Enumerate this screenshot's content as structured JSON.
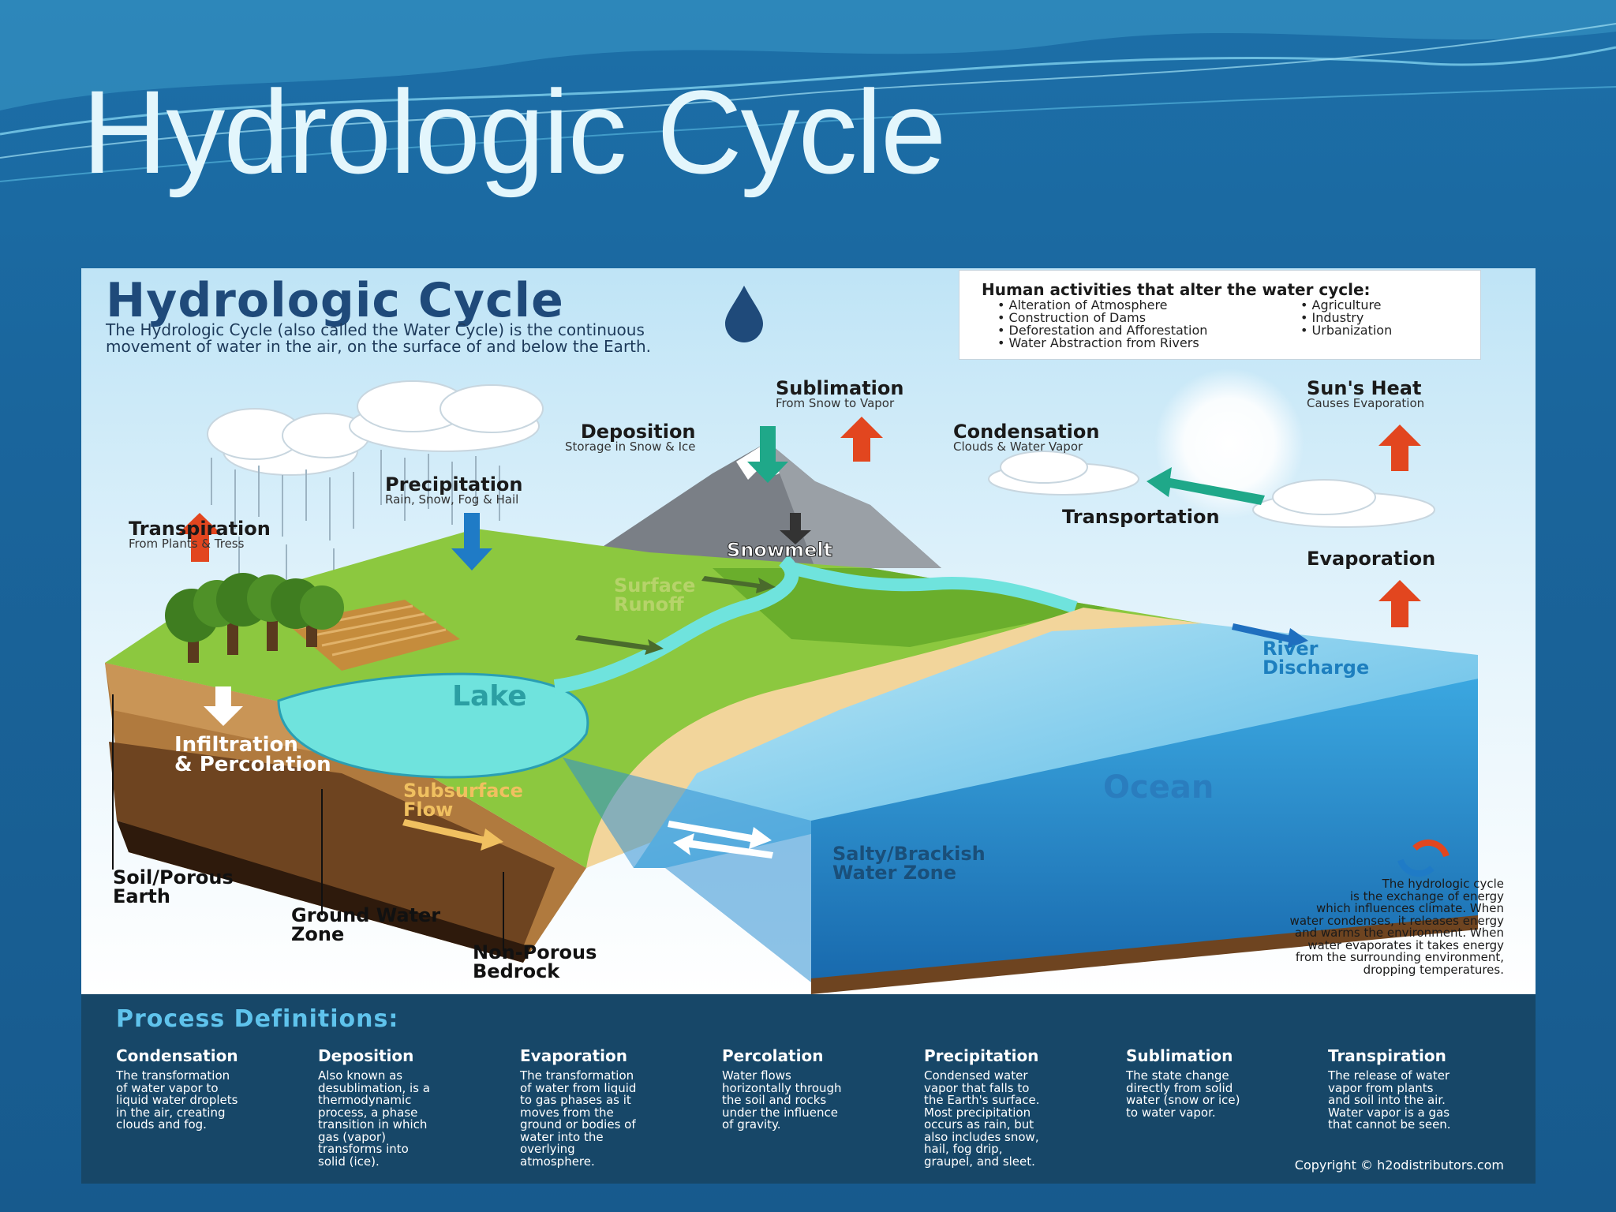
{
  "slide": {
    "title": "Hydrologic Cycle"
  },
  "infographic": {
    "title": "Hydrologic Cycle",
    "description_lines": [
      "The Hydrologic Cycle (also called the Water Cycle) is the continuous",
      "movement of water in the air, on the surface of and below the Earth."
    ],
    "human_activities": {
      "title": "Human activities that alter the water cycle:",
      "left": [
        "Alteration of Atmosphere",
        "Construction of Dams",
        "Deforestation and Afforestation",
        "Water Abstraction from Rivers"
      ],
      "right": [
        "Agriculture",
        "Industry",
        "Urbanization"
      ]
    },
    "labels": {
      "sublimation": {
        "title": "Sublimation",
        "sub": "From Snow to Vapor"
      },
      "deposition": {
        "title": "Deposition",
        "sub": "Storage in Snow & Ice"
      },
      "condensation": {
        "title": "Condensation",
        "sub": "Clouds & Water Vapor"
      },
      "suns_heat": {
        "title": "Sun's Heat",
        "sub": "Causes Evaporation"
      },
      "precipitation": {
        "title": "Precipitation",
        "sub": "Rain, Snow, Fog & Hail"
      },
      "transpiration": {
        "title": "Transpiration",
        "sub": "From Plants & Tress"
      },
      "transportation": "Transportation",
      "evaporation": "Evaporation",
      "snowmelt": "Snowmelt",
      "surface_runoff": [
        "Surface",
        "Runoff"
      ],
      "lake": "Lake",
      "river_discharge": [
        "River",
        "Discharge"
      ],
      "infiltration": [
        "Infiltration",
        "& Percolation"
      ],
      "subsurface_flow": [
        "Subsurface",
        "Flow"
      ],
      "ocean": "Ocean",
      "salty_zone": [
        "Salty/Brackish",
        "Water Zone"
      ],
      "soil": [
        "Soil/Porous",
        "Earth"
      ],
      "ground_water": [
        "Ground Water",
        "Zone"
      ],
      "bedrock": [
        "Non-Porous",
        "Bedrock"
      ]
    },
    "cycle_note_lines": [
      "The hydrologic cycle",
      "is the exchange of energy",
      "which influences climate.  When",
      "water condenses, it releases energy",
      "and warms the environment. When",
      "water evaporates it takes energy",
      "from the surrounding environment,",
      "dropping temperatures."
    ],
    "process_definitions": {
      "title": "Process Definitions:",
      "items": [
        {
          "term": "Condensation",
          "lines": [
            "The transformation",
            "of water vapor to",
            "liquid water droplets",
            "in the air, creating",
            "clouds and fog."
          ]
        },
        {
          "term": "Deposition",
          "lines": [
            "Also known as",
            "desublimation, is a",
            "thermodynamic",
            "process, a phase",
            "transition in which",
            "gas (vapor)",
            "transforms into",
            "solid (ice)."
          ]
        },
        {
          "term": "Evaporation",
          "lines": [
            "The transformation",
            "of water from liquid",
            "to gas phases as it",
            "moves from the",
            "ground or bodies of",
            "water into the",
            "overlying",
            "atmosphere."
          ]
        },
        {
          "term": "Percolation",
          "lines": [
            "Water flows",
            "horizontally through",
            "the soil and rocks",
            "under the influence",
            "of gravity."
          ]
        },
        {
          "term": "Precipitation",
          "lines": [
            "Condensed water",
            "vapor that falls to",
            "the Earth's surface.",
            "Most precipitation",
            "occurs as rain, but",
            "also includes snow,",
            "hail, fog drip,",
            "graupel, and sleet."
          ]
        },
        {
          "term": "Sublimation",
          "lines": [
            "The state change",
            "directly from solid",
            "water (snow or ice)",
            "to water vapor."
          ]
        },
        {
          "term": "Transpiration",
          "lines": [
            "The release of water",
            "vapor from plants",
            "and soil into the air.",
            "Water vapor is a gas",
            "that cannot be seen."
          ]
        }
      ]
    },
    "copyright": "Copyright © h2odistributors.com"
  },
  "colors": {
    "slide_bg": "#1a659c",
    "title_text": "#e3f6fc",
    "info_title": "#1f4a7a",
    "orange_arrow": "#e2461f",
    "blue_arrow": "#1f7bc6",
    "teal_arrow": "#1fa889",
    "defs_bg": "#174768",
    "defs_title": "#5fc3ec"
  }
}
